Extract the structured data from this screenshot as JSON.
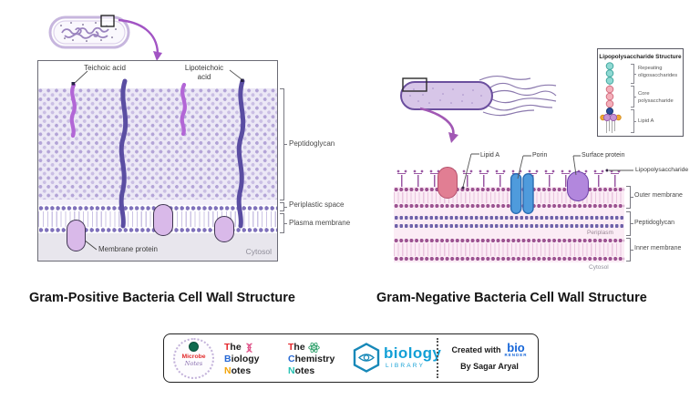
{
  "gram_positive": {
    "title": "Gram-Positive Bacteria Cell Wall Structure",
    "labels": {
      "teichoic_acid": "Teichoic acid",
      "lipoteichoic_acid": "Lipoteichoic acid",
      "peptidoglycan": "Peptidoglycan",
      "periplastic_space": "Periplastic space",
      "plasma_membrane": "Plasma membrane",
      "membrane_protein": "Membrane protein",
      "cytosol": "Cytosol"
    }
  },
  "gram_negative": {
    "title": "Gram-Negative Bacteria Cell Wall Structure",
    "labels": {
      "lipid_a": "Lipid A",
      "porin": "Porin",
      "surface_protein": "Surface protein",
      "lipopolysaccharide": "Lipopolysaccharide",
      "outer_membrane": "Outer membrane",
      "peptidoglycan": "Peptidoglycan",
      "periplasm": "Periplasm",
      "inner_membrane": "Inner membrane",
      "cytosol": "Cytosol"
    },
    "lps_structure": {
      "title": "Lipopolysaccharide Structure",
      "labels": {
        "repeating_oligosaccharides": "Repeating oligosaccharides",
        "core_polysaccharide": "Core polysaccharide",
        "lipid_a": "Lipid A"
      }
    }
  },
  "footer": {
    "microbe_notes": {
      "line1": "Microbe",
      "line2": "Notes"
    },
    "the_biology_notes": {
      "word1": "The",
      "word2": "Biology",
      "word3": "Notes"
    },
    "the_chemistry_notes": {
      "word1": "The",
      "word2": "Chemistry",
      "word3": "Notes"
    },
    "biology_library": {
      "name": "biology",
      "sub": "LIBRARY"
    },
    "biorender": {
      "created_with": "Created with",
      "brand": "bio",
      "brand_sub": "RENDER",
      "author": "By Sagar Aryal"
    }
  },
  "colors": {
    "teichoic_acid": "#b266d6",
    "lipoteichoic_acid": "#5a4da2",
    "peptidoglycan_dot": "#b3a4d7",
    "membrane_head_gp": "#7f71bb",
    "membrane_protein_fill": "#d9b9e9",
    "cytosol_bg": "#e8e6ed",
    "gn_membrane_head": "#9c5391",
    "gn_background": "#fbecf5",
    "porin_fill": "#4f9bdc",
    "outer_membrane_protein_fill": "#e17e93",
    "surface_protein_fill": "#b287dd",
    "lps_spike": "#9b5aa4",
    "sugar_teal": "#8fd9d3",
    "sugar_pink": "#f4afba",
    "core_navy": "#2a4d9b",
    "lipid_orange": "#f2a832",
    "lipid_purple": "#c693d4",
    "arrow_purple": "#a158b4",
    "brand_red": "#e3262b",
    "brand_blue": "#2769d4",
    "brand_gold": "#f2a50c",
    "brand_teal": "#27c2b4",
    "library_blue": "#13a0d6",
    "biorender_blue": "#1565d8"
  }
}
